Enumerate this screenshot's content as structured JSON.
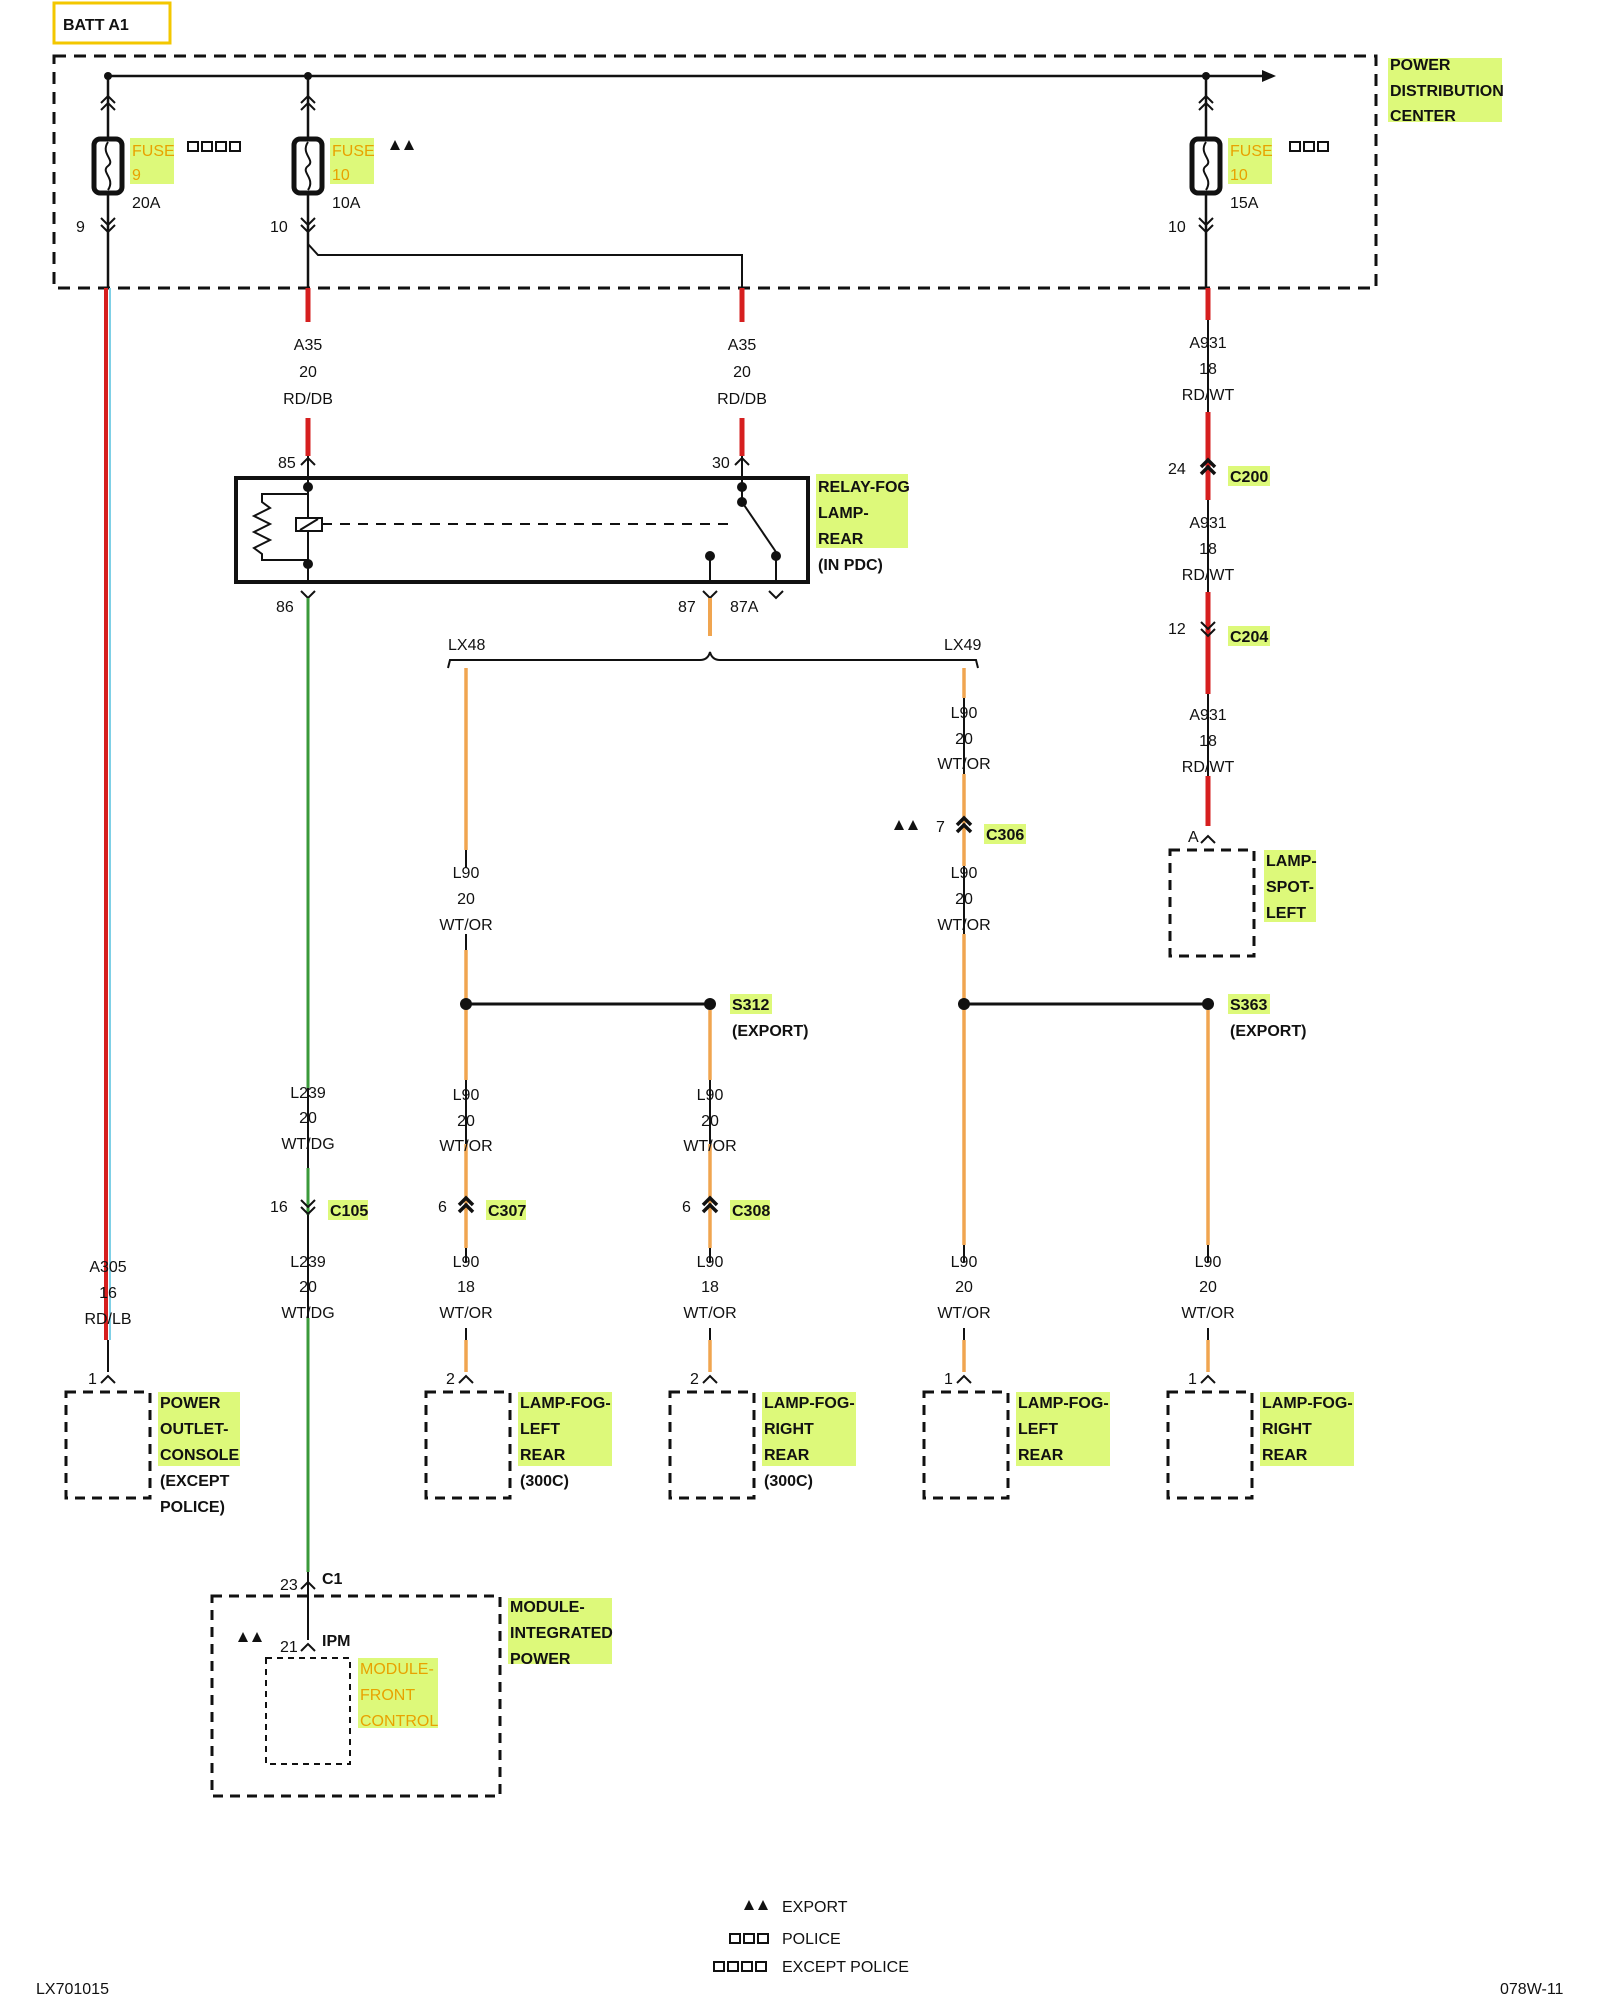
{
  "header": {
    "batt": "BATT A1"
  },
  "pdc": {
    "label": [
      "POWER",
      "DISTRIBUTION",
      "CENTER"
    ]
  },
  "fuses": [
    {
      "name": "FUSE",
      "num": "9",
      "amp": "20A",
      "pin": "9",
      "mark": "police4"
    },
    {
      "name": "FUSE",
      "num": "10",
      "amp": "10A",
      "pin": "10",
      "mark": "export"
    },
    {
      "name": "FUSE",
      "num": "10",
      "amp": "15A",
      "pin": "10",
      "mark": "police3"
    }
  ],
  "wires": {
    "a35_left": [
      "A35",
      "20",
      "RD/DB"
    ],
    "a35_right": [
      "A35",
      "20",
      "RD/DB"
    ],
    "a931_1": [
      "A931",
      "18",
      "RD/WT"
    ],
    "a931_2": [
      "A931",
      "18",
      "RD/WT"
    ],
    "a931_3": [
      "A931",
      "18",
      "RD/WT"
    ],
    "l90_lx48_a": [
      "L90",
      "20",
      "WT/OR"
    ],
    "l90_lx49_a": [
      "L90",
      "20",
      "WT/OR"
    ],
    "l90_lx49_b": [
      "L90",
      "20",
      "WT/OR"
    ],
    "l90_col1_b": [
      "L90",
      "20",
      "WT/OR"
    ],
    "l90_col2_b": [
      "L90",
      "20",
      "WT/OR"
    ],
    "l239_a": [
      "L239",
      "20",
      "WT/DG"
    ],
    "l239_b": [
      "L239",
      "20",
      "WT/DG"
    ],
    "a305": [
      "A305",
      "16",
      "RD/LB"
    ],
    "l90_col1_c": [
      "L90",
      "18",
      "WT/OR"
    ],
    "l90_col2_c": [
      "L90",
      "18",
      "WT/OR"
    ],
    "l90_col3_c": [
      "L90",
      "20",
      "WT/OR"
    ],
    "l90_col4_c": [
      "L90",
      "20",
      "WT/OR"
    ]
  },
  "relay": {
    "label": [
      "RELAY-FOG",
      "LAMP-",
      "REAR",
      "(IN PDC)"
    ],
    "pins": {
      "p85": "85",
      "p86": "86",
      "p30": "30",
      "p87": "87",
      "p87a": "87A"
    }
  },
  "branches": {
    "lx48": "LX48",
    "lx49": "LX49"
  },
  "connectors": {
    "c200": {
      "name": "C200",
      "pin": "24"
    },
    "c204": {
      "name": "C204",
      "pin": "12"
    },
    "c306": {
      "name": "C306",
      "pin": "7"
    },
    "c105": {
      "name": "C105",
      "pin": "16"
    },
    "c307": {
      "name": "C307",
      "pin": "6"
    },
    "c308": {
      "name": "C308",
      "pin": "6"
    },
    "c1": {
      "name": "C1",
      "pin": "23"
    }
  },
  "splices": {
    "s312": {
      "name": "S312",
      "note": "(EXPORT)"
    },
    "s363": {
      "name": "S363",
      "note": "(EXPORT)"
    }
  },
  "components": {
    "spot": {
      "label": [
        "LAMP-",
        "SPOT-",
        "LEFT"
      ],
      "pin": "A"
    },
    "outlet": {
      "label": [
        "POWER",
        "OUTLET-",
        "CONSOLE"
      ],
      "extra": [
        "(EXCEPT",
        "POLICE)"
      ],
      "pin": "1"
    },
    "fog1": {
      "label": [
        "LAMP-FOG-",
        "LEFT",
        "REAR"
      ],
      "extra": [
        "(300C)"
      ],
      "pin": "2"
    },
    "fog2": {
      "label": [
        "LAMP-FOG-",
        "RIGHT",
        "REAR"
      ],
      "extra": [
        "(300C)"
      ],
      "pin": "2"
    },
    "fog3": {
      "label": [
        "LAMP-FOG-",
        "LEFT",
        "REAR"
      ],
      "pin": "1"
    },
    "fog4": {
      "label": [
        "LAMP-FOG-",
        "RIGHT",
        "REAR"
      ],
      "pin": "1"
    },
    "ipm": {
      "label": [
        "MODULE-",
        "INTEGRATED",
        "POWER"
      ]
    },
    "fcm": {
      "label": [
        "MODULE-",
        "FRONT",
        "CONTROL"
      ],
      "tag": "IPM",
      "pin": "21"
    }
  },
  "legend": [
    {
      "mark": "export",
      "text": "EXPORT"
    },
    {
      "mark": "police3",
      "text": "POLICE"
    },
    {
      "mark": "police4",
      "text": "EXCEPT POLICE"
    }
  ],
  "footer": {
    "left": "LX701015",
    "right": "078W-11"
  },
  "colors": {
    "red": "#d61f1f",
    "green": "#3a9a3a",
    "orange": "#f0a550",
    "highlight": "#ddf97a",
    "battbox": "#f3c700"
  }
}
